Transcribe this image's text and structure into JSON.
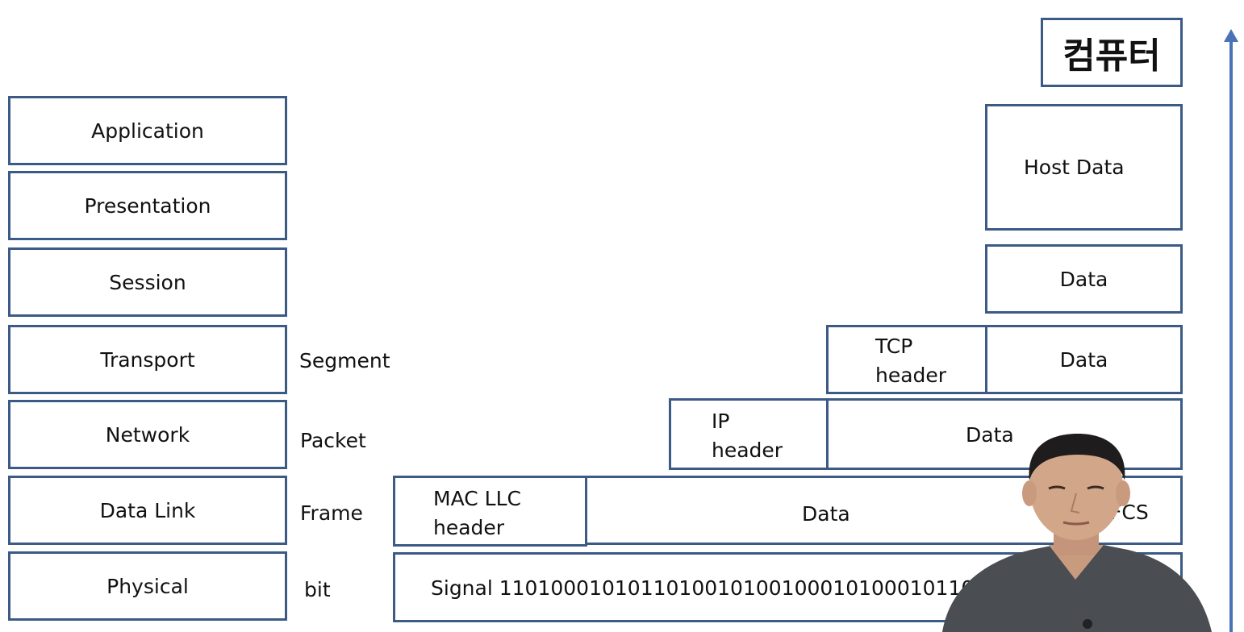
{
  "title": "컴퓨터",
  "layers": [
    "Application",
    "Presentation",
    "Session",
    "Transport",
    "Network",
    "Data Link",
    "Physical"
  ],
  "pdu_labels": {
    "transport": "Segment",
    "network": "Packet",
    "datalink": "Frame",
    "physical": "bit"
  },
  "boxes": {
    "host_data": "Host Data",
    "session_data": "Data",
    "tcp_header_l1": "TCP",
    "tcp_header_l2": "header",
    "transport_data": "Data",
    "ip_header_l1": "IP",
    "ip_header_l2": "header",
    "network_data": "Data",
    "mac_header_l1": "MAC LLC",
    "mac_header_l2": "header",
    "frame_data": "Data",
    "fcs": "FCS",
    "signal": "Signal 11010001010110100101001000101000101101"
  },
  "colors": {
    "border": "#3c5a86",
    "arrow": "#4a72b8"
  }
}
